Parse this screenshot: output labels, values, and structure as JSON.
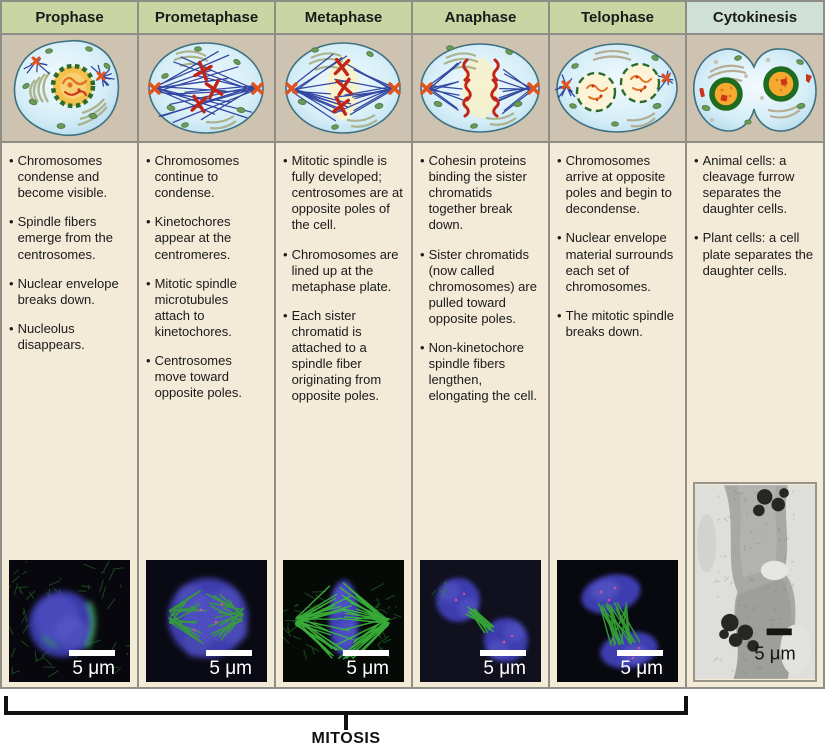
{
  "stages": [
    {
      "name": "Prophase",
      "bullets": [
        "Chromosomes condense and become visible.",
        "Spindle fibers emerge from the centrosomes.",
        "Nuclear envelope breaks down.",
        "Nucleolus disappears."
      ],
      "illustration": "prophase-cell-drawing",
      "micrograph": "fluorescence-micrograph",
      "scale_label": "5 μm"
    },
    {
      "name": "Prometaphase",
      "bullets": [
        "Chromosomes continue to condense.",
        "Kinetochores appear at the centromeres.",
        "Mitotic spindle microtubules attach to kinetochores.",
        "Centrosomes move toward opposite poles."
      ],
      "illustration": "prometaphase-cell-drawing",
      "micrograph": "fluorescence-micrograph",
      "scale_label": "5 μm"
    },
    {
      "name": "Metaphase",
      "bullets": [
        "Mitotic spindle is fully developed; centrosomes are at opposite poles of the cell.",
        "Chromosomes are lined up at the metaphase plate.",
        "Each sister chromatid is attached to a spindle fiber originating from opposite poles."
      ],
      "illustration": "metaphase-cell-drawing",
      "micrograph": "fluorescence-micrograph",
      "scale_label": "5 μm"
    },
    {
      "name": "Anaphase",
      "bullets": [
        "Cohesin proteins binding the sister chromatids together break down.",
        "Sister chromatids (now called chromosomes) are pulled toward opposite poles.",
        "Non-kinetochore spindle fibers lengthen, elongating the cell."
      ],
      "illustration": "anaphase-cell-drawing",
      "micrograph": "fluorescence-micrograph",
      "scale_label": "5 μm"
    },
    {
      "name": "Telophase",
      "bullets": [
        "Chromosomes arrive at opposite poles and begin to decondense.",
        "Nuclear envelope material surrounds each set of chromosomes.",
        "The mitotic spindle breaks down."
      ],
      "illustration": "telophase-cell-drawing",
      "micrograph": "fluorescence-micrograph",
      "scale_label": "5 μm"
    },
    {
      "name": "Cytokinesis",
      "bullets": [
        "Animal cells: a cleavage furrow separates the daughter cells.",
        "Plant cells: a cell plate separates the daughter cells."
      ],
      "illustration": "cytokinesis-cell-drawing",
      "micrograph": "electron-micrograph",
      "scale_label": "5 μm"
    }
  ],
  "bracket": {
    "label": "MITOSIS"
  },
  "colors": {
    "header_green": "#c9d5a3",
    "header_cytokinesis": "#cfe0d6",
    "illustration_row_bg": "#cec3b1",
    "body_bg": "#f3ead8",
    "border_gray": "#8e8e84",
    "cell_fill_blue": "#d6eef8",
    "cell_outline": "#3f7080",
    "spindle_blue": "#2a3f9e",
    "chromosome_red": "#c32418",
    "centrosome_orange": "#e0541c",
    "nucleus_orange": "#f4c14b",
    "nuclear_ring_green": "#2c6b2c",
    "micro_green": "#3cb83c",
    "micro_blue": "#4343b4",
    "scale_text_light": "#ffffff",
    "scale_text_dark": "#111111",
    "bracket_black": "#111111"
  }
}
